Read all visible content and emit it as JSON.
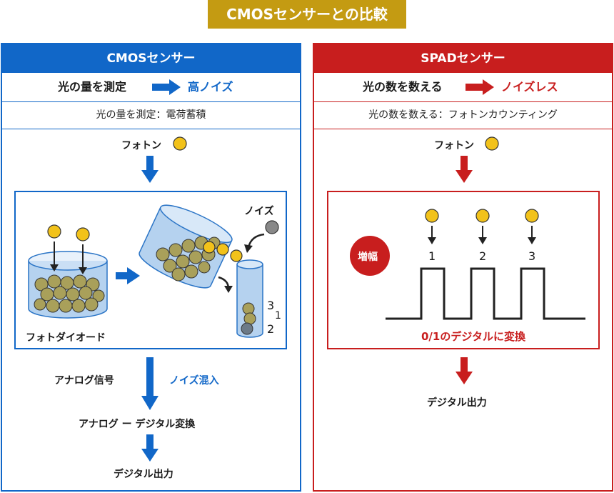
{
  "title": "CMOSセンサーとの比較",
  "colors": {
    "gold": "#c49b12",
    "blue": "#1167c8",
    "red": "#c81e1e",
    "photon": "#f2c21a",
    "particle": "#a9a05a"
  },
  "cmos": {
    "header": "CMOSセンサー",
    "row1_left": "光の量を測定",
    "row1_right": "高ノイズ",
    "row2": "光の量を測定：電荷蓄積",
    "photon_label": "フォトン",
    "noise_label": "ノイズ",
    "photodiode_label": "フォトダイオード",
    "tube_numbers": [
      "3",
      "1",
      "2"
    ],
    "analog_label": "アナログ信号",
    "noise_mix_label": "ノイズ混入",
    "conversion_label": "アナログ ー デジタル変換",
    "output_label": "デジタル出力"
  },
  "spad": {
    "header": "SPADセンサー",
    "row1_left": "光の数を数える",
    "row1_right": "ノイズレス",
    "row2": "光の数を数える：フォトンカウンティング",
    "photon_label": "フォトン",
    "amp_label": "増幅",
    "pulse_numbers": [
      "1",
      "2",
      "3"
    ],
    "digital_conv_label": "0/1のデジタルに変換",
    "output_label": "デジタル出力"
  }
}
